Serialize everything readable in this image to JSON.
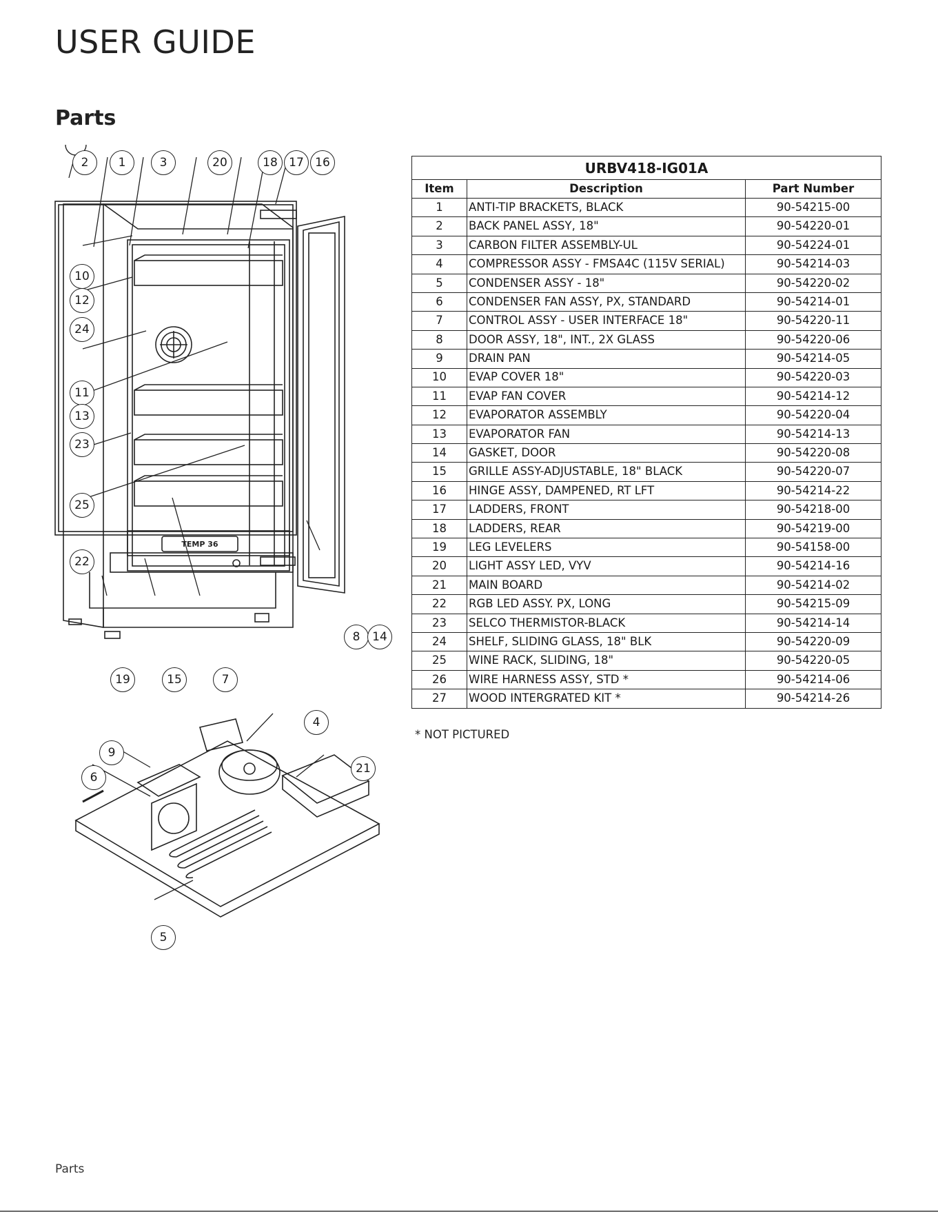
{
  "header": {
    "title": "USER GUIDE"
  },
  "section": {
    "heading": "Parts"
  },
  "table": {
    "model": "URBV418-IG01A",
    "columns": [
      "Item",
      "Description",
      "Part Number"
    ],
    "rows": [
      [
        "1",
        "ANTI-TIP BRACKETS, BLACK",
        "90-54215-00"
      ],
      [
        "2",
        "BACK PANEL ASSY, 18\"",
        "90-54220-01"
      ],
      [
        "3",
        "CARBON FILTER ASSEMBLY-UL",
        "90-54224-01"
      ],
      [
        "4",
        "COMPRESSOR ASSY - FMSA4C (115V SERIAL)",
        "90-54214-03"
      ],
      [
        "5",
        "CONDENSER ASSY - 18\"",
        "90-54220-02"
      ],
      [
        "6",
        "CONDENSER FAN ASSY, PX, STANDARD",
        "90-54214-01"
      ],
      [
        "7",
        "CONTROL ASSY - USER INTERFACE 18\"",
        "90-54220-11"
      ],
      [
        "8",
        "DOOR ASSY, 18\", INT., 2X GLASS",
        "90-54220-06"
      ],
      [
        "9",
        "DRAIN PAN",
        "90-54214-05"
      ],
      [
        "10",
        "EVAP COVER 18\"",
        "90-54220-03"
      ],
      [
        "11",
        "EVAP FAN COVER",
        "90-54214-12"
      ],
      [
        "12",
        "EVAPORATOR ASSEMBLY",
        "90-54220-04"
      ],
      [
        "13",
        "EVAPORATOR FAN",
        "90-54214-13"
      ],
      [
        "14",
        "GASKET, DOOR",
        "90-54220-08"
      ],
      [
        "15",
        "GRILLE ASSY-ADJUSTABLE, 18\" BLACK",
        "90-54220-07"
      ],
      [
        "16",
        "HINGE ASSY, DAMPENED, RT LFT",
        "90-54214-22"
      ],
      [
        "17",
        "LADDERS, FRONT",
        "90-54218-00"
      ],
      [
        "18",
        "LADDERS, REAR",
        "90-54219-00"
      ],
      [
        "19",
        "LEG LEVELERS",
        "90-54158-00"
      ],
      [
        "20",
        "LIGHT ASSY LED, VYV",
        "90-54214-16"
      ],
      [
        "21",
        "MAIN BOARD",
        "90-54214-02"
      ],
      [
        "22",
        "RGB LED ASSY. PX, LONG",
        "90-54215-09"
      ],
      [
        "23",
        "SELCO THERMISTOR-BLACK",
        "90-54214-14"
      ],
      [
        "24",
        "SHELF, SLIDING GLASS, 18\" BLK",
        "90-54220-09"
      ],
      [
        "25",
        "WINE RACK, SLIDING, 18\"",
        "90-54220-05"
      ],
      [
        "26",
        "WIRE HARNESS ASSY, STD *",
        "90-54214-06"
      ],
      [
        "27",
        "WOOD INTERGRATED KIT *",
        "90-54214-26"
      ]
    ]
  },
  "footnote": "* NOT PICTURED",
  "diagram_top": {
    "display_label": "TEMP 36",
    "callouts": [
      "2",
      "1",
      "3",
      "20",
      "18",
      "17",
      "16",
      "10",
      "12",
      "24",
      "11",
      "13",
      "23",
      "25",
      "22",
      "8",
      "14",
      "19",
      "15",
      "7"
    ]
  },
  "diagram_bottom": {
    "callouts": [
      "4",
      "9",
      "21",
      "6",
      "5"
    ]
  },
  "footer": {
    "section_label": "Parts"
  }
}
